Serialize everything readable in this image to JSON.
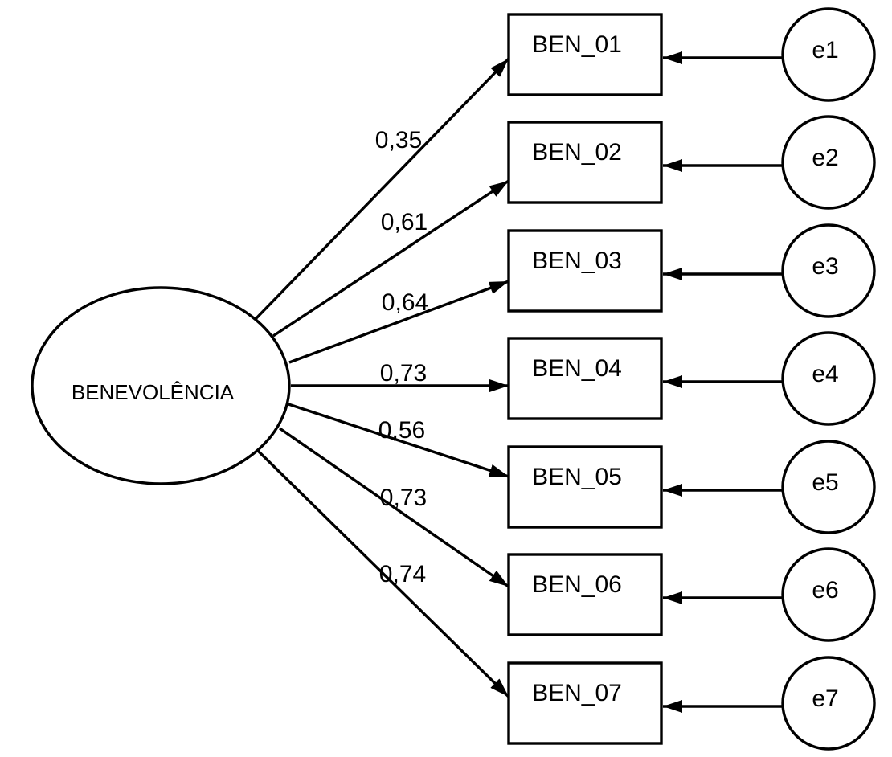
{
  "diagram": {
    "type": "sem-path-diagram",
    "latent": {
      "label": "BENEVOLÊNCIA"
    },
    "indicators": [
      {
        "label": "BEN_01",
        "loading": "0,35",
        "error": "e1"
      },
      {
        "label": "BEN_02",
        "loading": "0,61",
        "error": "e2"
      },
      {
        "label": "BEN_03",
        "loading": "0,64",
        "error": "e3"
      },
      {
        "label": "BEN_04",
        "loading": "0,73",
        "error": "e4"
      },
      {
        "label": "BEN_05",
        "loading": "0,56",
        "error": "e5"
      },
      {
        "label": "BEN_06",
        "loading": "0,73",
        "error": "e6"
      },
      {
        "label": "BEN_07",
        "loading": "0,74",
        "error": "e7"
      }
    ],
    "colors": {
      "stroke": "#000000",
      "background": "#ffffff"
    }
  }
}
